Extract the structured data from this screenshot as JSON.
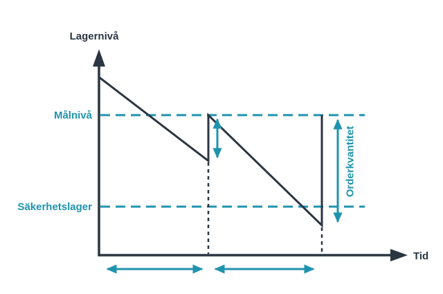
{
  "diagram": {
    "y_axis_label": "Lagernivå",
    "x_axis_label": "Tid",
    "target_level_label": "Målnivå",
    "safety_stock_label": "Säkerhetslager",
    "order_quantity_label": "Orderkvantitet"
  },
  "colors": {
    "teal": "#1f93ae",
    "dark": "#2a3642",
    "background": "#ffffff"
  },
  "chart_data": {
    "type": "line",
    "title": "",
    "xlabel": "Tid",
    "ylabel": "Lagernivå",
    "grid": false,
    "legend": false,
    "axis_numeric_labels": false,
    "series": [
      {
        "name": "Lagernivå",
        "x": [
          0,
          1,
          1,
          2,
          2
        ],
        "y": [
          126,
          67,
          100,
          21,
          100
        ],
        "style": "solid",
        "color": "#2a3642",
        "note": "sawtooth pattern: linear depletion of inventory, instant replenishment up to target level at each review point"
      }
    ],
    "reference_lines": [
      {
        "label": "Målnivå",
        "value": 100,
        "style": "dashed",
        "color": "#1f93ae"
      },
      {
        "label": "Säkerhetslager",
        "value": 35,
        "style": "dashed",
        "color": "#1f93ae"
      }
    ],
    "annotations": [
      {
        "type": "vertical-double-arrow",
        "at_x": 1,
        "from": 67,
        "to": 100,
        "label": ""
      },
      {
        "type": "vertical-double-arrow",
        "at_x": 2,
        "from": 21,
        "to": 100,
        "label": "Orderkvantitet"
      },
      {
        "type": "horizontal-double-arrow",
        "below_axis": true,
        "from_x": 0,
        "to_x": 1,
        "label": ""
      },
      {
        "type": "horizontal-double-arrow",
        "below_axis": true,
        "from_x": 1,
        "to_x": 2,
        "label": ""
      },
      {
        "type": "vertical-dashed-drop-line",
        "at_x": 1
      },
      {
        "type": "vertical-dashed-drop-line",
        "at_x": 2
      }
    ]
  }
}
